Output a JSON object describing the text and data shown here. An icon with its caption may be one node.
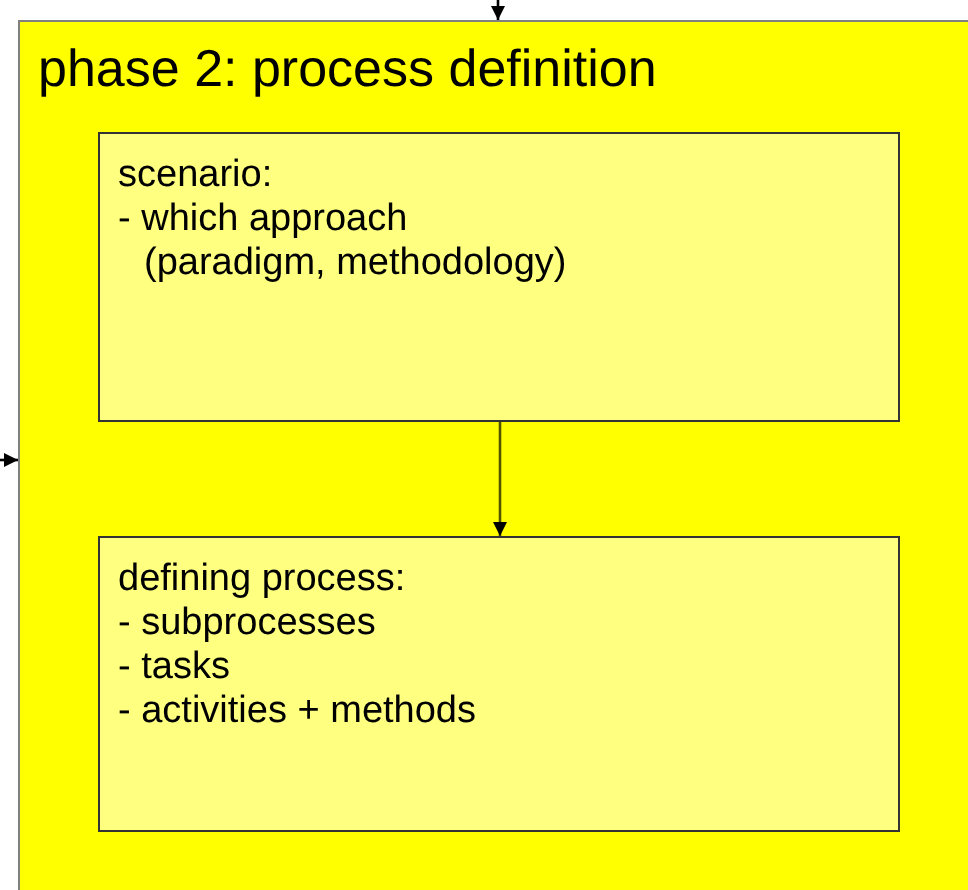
{
  "diagram": {
    "nodes": [
      {
        "text": [
          "phase 2: process definition"
        ]
      },
      {
        "text": [
          "scenario:",
          "- which approach",
          "(paradigm, methodology)"
        ],
        "in": 0
      },
      {
        "text": [
          "defining process:",
          "- subprocesses",
          "- tasks",
          "- activities + methods"
        ],
        "in": 0
      }
    ],
    "edges": [
      {
        "from": null,
        "to": 0,
        "arrow": "to"
      },
      {
        "from": null,
        "to": 0,
        "arrow": "to"
      },
      {
        "from": 1,
        "to": 2,
        "arrow": "to"
      }
    ]
  }
}
